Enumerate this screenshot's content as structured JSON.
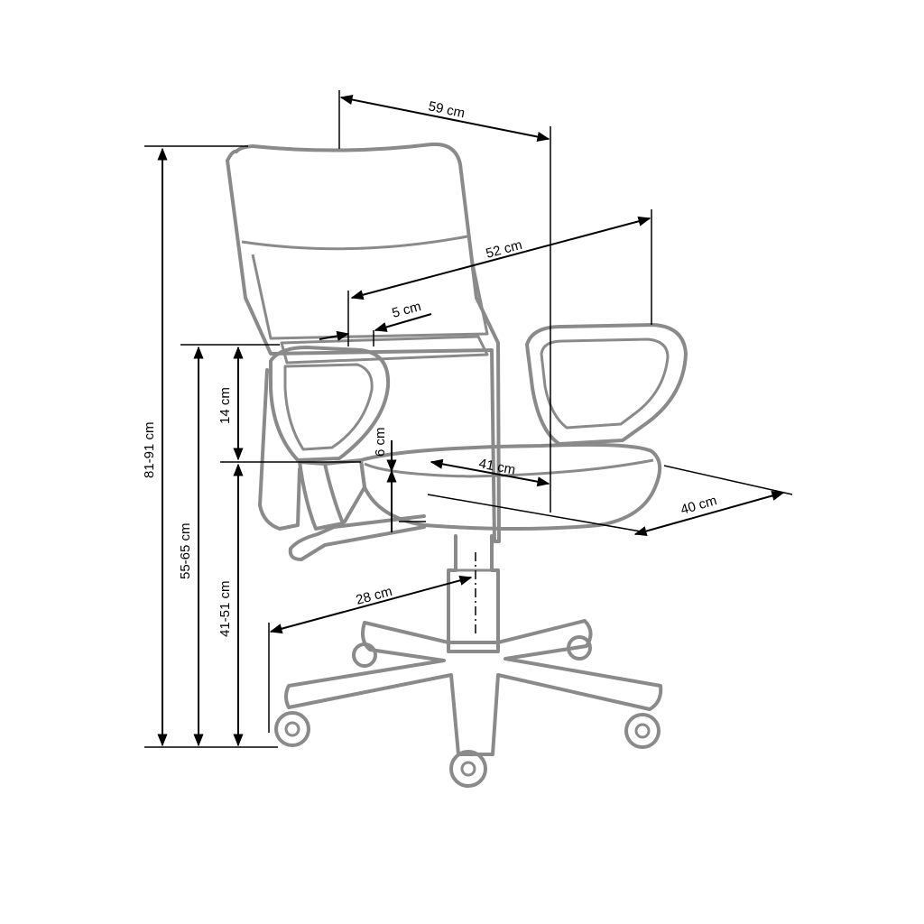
{
  "dimensions": {
    "width": "59 cm",
    "back_width": "52 cm",
    "back_gap": "5 cm",
    "arm_height": "14 cm",
    "seat_thickness": "6 cm",
    "seat_depth": "41 cm",
    "seat_width": "40 cm",
    "base_radius": "28 cm",
    "total_height": "81-91 cm",
    "arm_floor_height": "55-65 cm",
    "seat_height": "41-51 cm"
  }
}
